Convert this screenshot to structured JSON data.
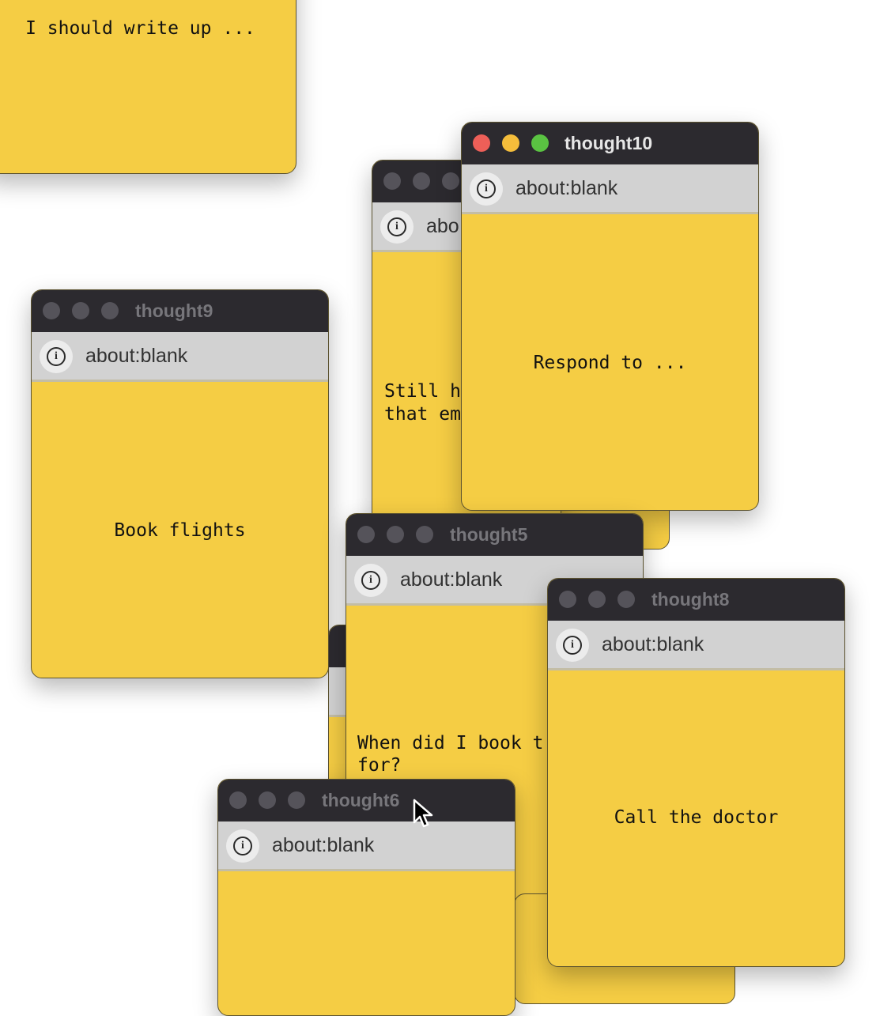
{
  "windows": {
    "thought10": {
      "title": "thought10",
      "url": "about:blank",
      "note": "Respond to ..."
    },
    "thought9": {
      "title": "thought9",
      "url": "about:blank",
      "note": "Book flights"
    },
    "thought5": {
      "title": "thought5",
      "url": "about:blank",
      "note": "When did I book t\nfor?"
    },
    "thought8": {
      "title": "thought8",
      "url": "about:blank",
      "note": "Call the doctor"
    },
    "thought6": {
      "title": "thought6",
      "url": "about:blank",
      "note": ""
    },
    "partial_top": {
      "note": "I should write up ..."
    },
    "partial_middle": {
      "url": "abo",
      "note": "Still h\nthat em"
    }
  }
}
